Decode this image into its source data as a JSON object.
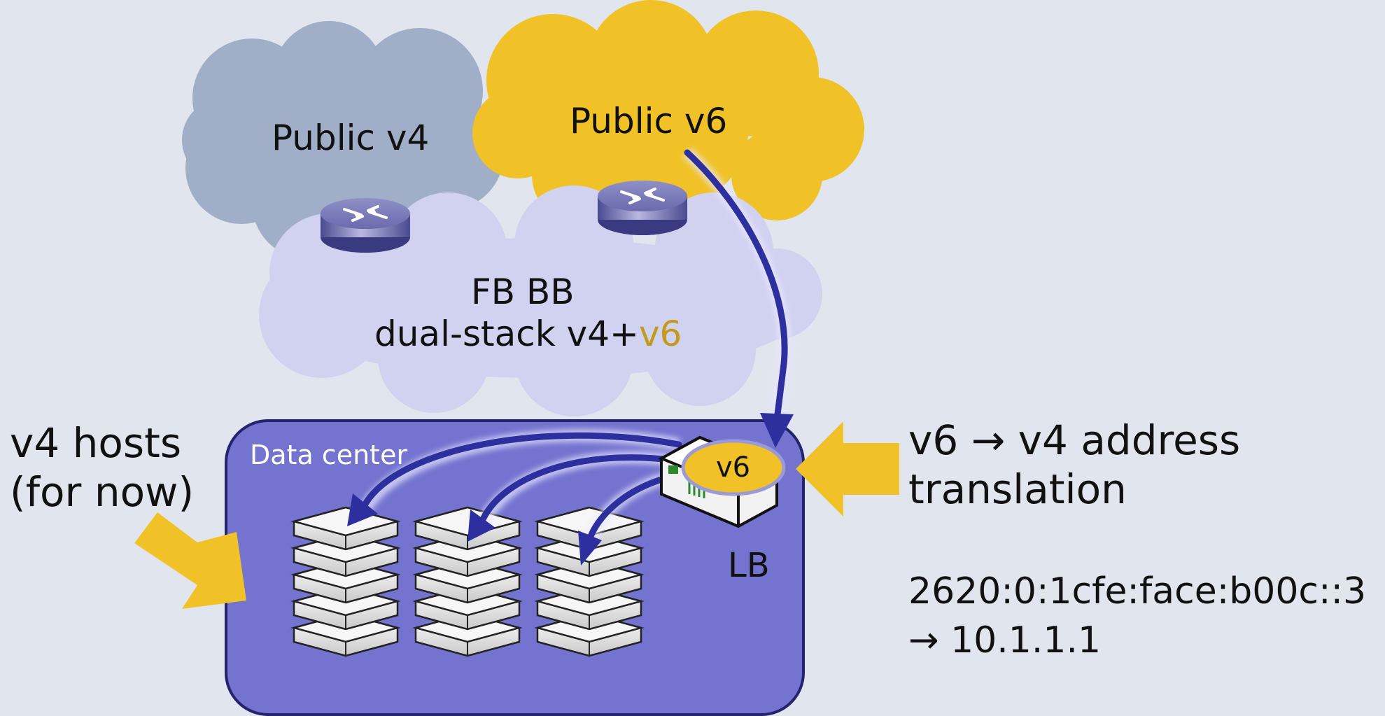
{
  "clouds": {
    "public_v4": "Public v4",
    "public_v6": "Public v6",
    "backbone_line1": "FB BB",
    "backbone_line2_prefix": "dual-stack v4+",
    "backbone_line2_accent": "v6"
  },
  "datacenter": {
    "label": "Data center",
    "lb_badge": "v6",
    "lb_label": "LB"
  },
  "callouts": {
    "hosts_line1": "v4 hosts",
    "hosts_line2": "(for now)",
    "translation_line1": "v6 → v4 address",
    "translation_line2": "translation",
    "example_line1": "2620:0:1cfe:face:b00c::3",
    "example_line2": "→ 10.1.1.1"
  },
  "colors": {
    "background": "#e1e5ee",
    "public_v4_cloud": "#a0aec8",
    "public_v6_cloud": "#f0c227",
    "backbone_cloud": "#d1d2f0",
    "datacenter_fill": "#7474d0",
    "arrow": "#2e2f9e",
    "accent_yellow": "#f0c227",
    "accent_text": "#c49a1c"
  },
  "icons": [
    "router-icon",
    "load-balancer-icon",
    "server-stack-icon"
  ]
}
